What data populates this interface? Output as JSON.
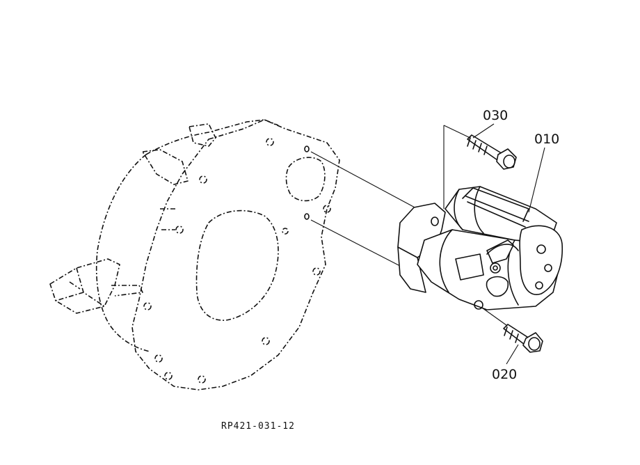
{
  "parts": [
    {
      "id": "part-010",
      "label": "010"
    },
    {
      "id": "part-020",
      "label": "020"
    },
    {
      "id": "part-030",
      "label": "030"
    }
  ],
  "drawing_code": "RP421-031-12"
}
